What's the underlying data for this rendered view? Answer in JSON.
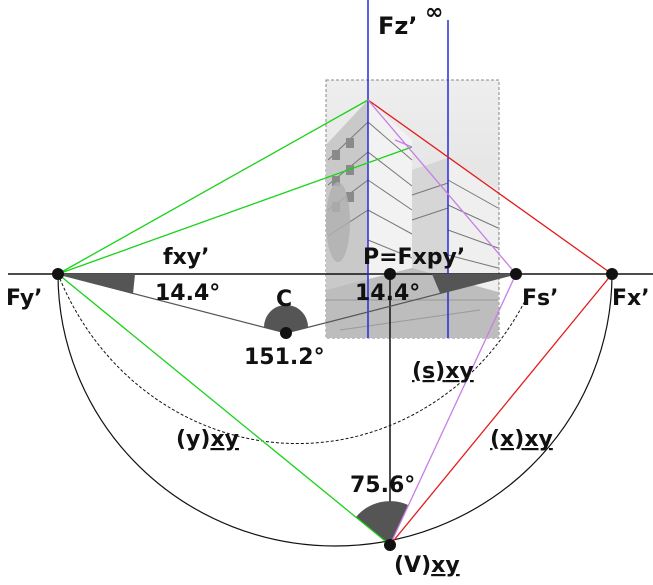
{
  "labels": {
    "fz": "Fz’",
    "infinity": "∞",
    "fxy": "fxy’",
    "p_fxpy": "P=Fxpy’",
    "fy": "Fy’",
    "fs": "Fs’",
    "fx": "Fx’",
    "c": "C",
    "angle_left": "14.4°",
    "angle_right": "14.4°",
    "angle_c": "151.2°",
    "angle_v": "75.6°",
    "s_paren": "(s)",
    "s_sub": "xy",
    "y_paren": "(y)",
    "y_sub": "xy",
    "x_paren": "(x)",
    "x_sub": "xy",
    "v_paren": "(V)",
    "v_sub": "xy"
  },
  "colors": {
    "green": "#19d219",
    "red": "#e31b1b",
    "blue": "#2a2ad8",
    "violet": "#c77ee6",
    "black": "#111111",
    "wedge": "#555555"
  }
}
